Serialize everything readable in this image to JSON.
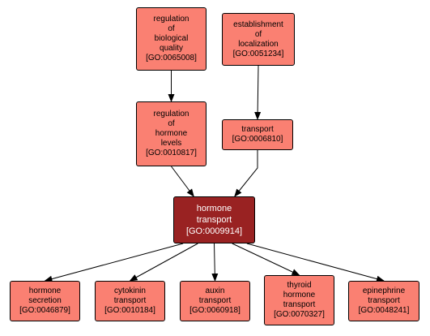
{
  "nodes": {
    "biological_quality": {
      "lines": [
        "regulation",
        "of",
        "biological",
        "quality"
      ],
      "id": "[GO:0065008]"
    },
    "localization": {
      "lines": [
        "establishment",
        "of",
        "localization"
      ],
      "id": "[GO:0051234]"
    },
    "hormone_levels": {
      "lines": [
        "regulation",
        "of",
        "hormone",
        "levels"
      ],
      "id": "[GO:0010817]"
    },
    "transport": {
      "lines": [
        "transport"
      ],
      "id": "[GO:0006810]"
    },
    "hormone_transport": {
      "lines": [
        "hormone",
        "transport"
      ],
      "id": "[GO:0009914]"
    },
    "hormone_secretion": {
      "lines": [
        "hormone",
        "secretion"
      ],
      "id": "[GO:0046879]"
    },
    "cytokinin_transport": {
      "lines": [
        "cytokinin",
        "transport"
      ],
      "id": "[GO:0010184]"
    },
    "auxin_transport": {
      "lines": [
        "auxin",
        "transport"
      ],
      "id": "[GO:0060918]"
    },
    "thyroid_hormone_transport": {
      "lines": [
        "thyroid",
        "hormone",
        "transport"
      ],
      "id": "[GO:0070327]"
    },
    "epinephrine_transport": {
      "lines": [
        "epinephrine",
        "transport"
      ],
      "id": "[GO:0048241]"
    }
  },
  "edges": [
    [
      "biological_quality",
      "hormone_levels"
    ],
    [
      "localization",
      "transport"
    ],
    [
      "hormone_levels",
      "hormone_transport"
    ],
    [
      "transport",
      "hormone_transport"
    ],
    [
      "hormone_transport",
      "hormone_secretion"
    ],
    [
      "hormone_transport",
      "cytokinin_transport"
    ],
    [
      "hormone_transport",
      "auxin_transport"
    ],
    [
      "hormone_transport",
      "thyroid_hormone_transport"
    ],
    [
      "hormone_transport",
      "epinephrine_transport"
    ]
  ],
  "colors": {
    "node_fill": "#fa8072",
    "focus_fill": "#992222",
    "focus_text": "#ffffff",
    "edge": "#000000"
  }
}
